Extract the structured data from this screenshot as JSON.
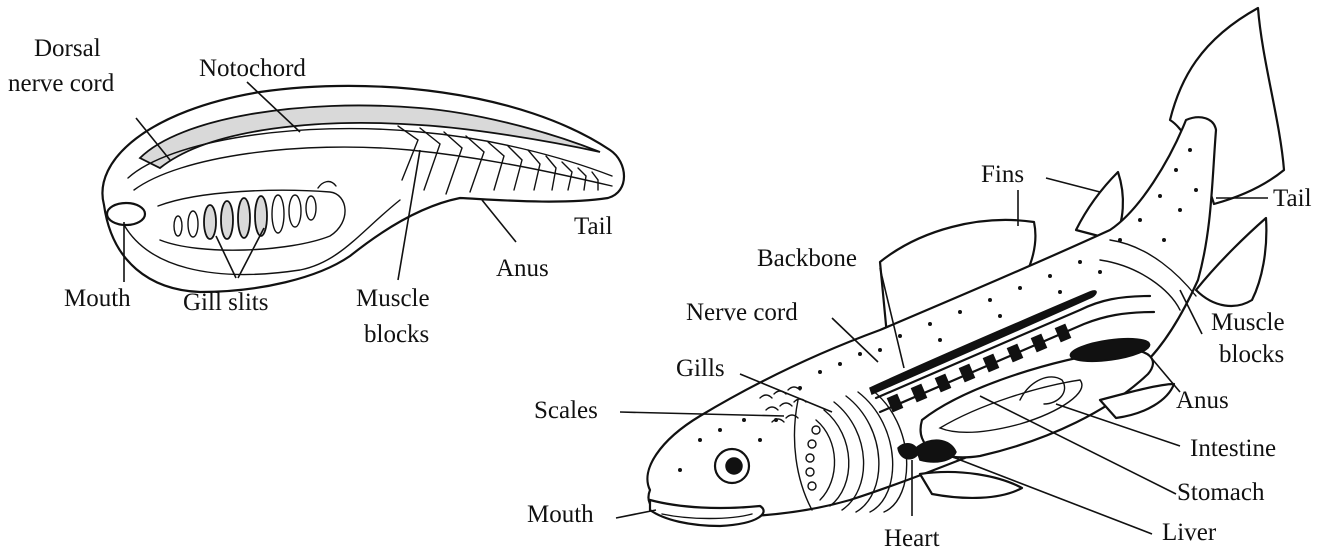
{
  "lancelet": {
    "labels": {
      "dorsal_nerve_cord_1": "Dorsal",
      "dorsal_nerve_cord_2": "nerve cord",
      "notochord": "Notochord",
      "tail": "Tail",
      "mouth": "Mouth",
      "gill_slits": "Gill slits",
      "muscle_blocks_1": "Muscle",
      "muscle_blocks_2": "blocks",
      "anus": "Anus"
    }
  },
  "fish": {
    "labels": {
      "fins": "Fins",
      "tail": "Tail",
      "backbone": "Backbone",
      "nerve_cord": "Nerve cord",
      "muscle_blocks_1": "Muscle",
      "muscle_blocks_2": "blocks",
      "gills": "Gills",
      "anus": "Anus",
      "scales": "Scales",
      "intestine": "Intestine",
      "stomach": "Stomach",
      "mouth": "Mouth",
      "liver": "Liver",
      "heart": "Heart"
    }
  }
}
